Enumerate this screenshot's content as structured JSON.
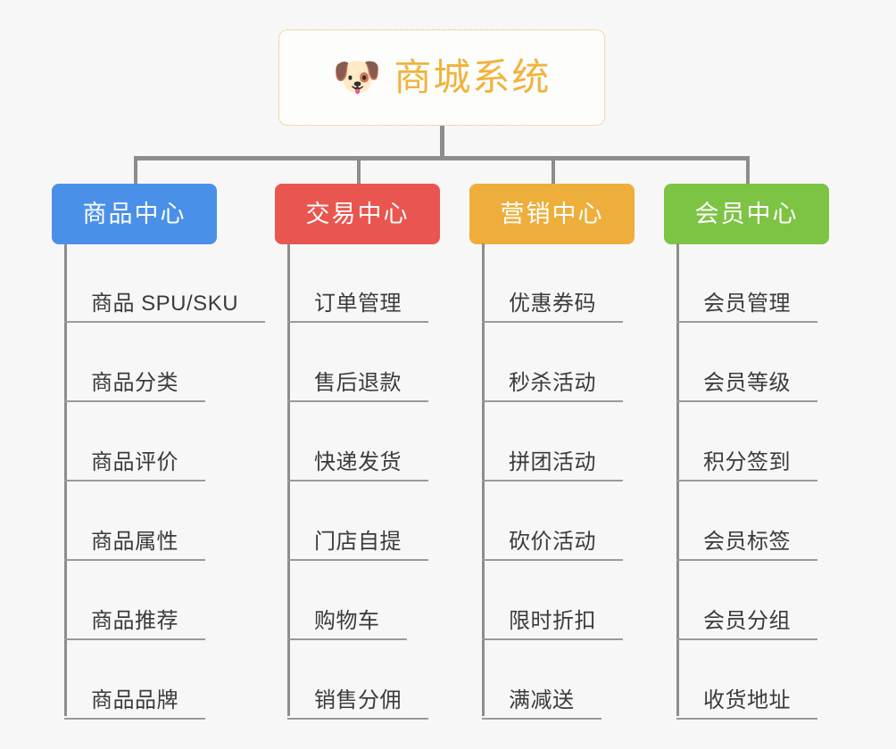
{
  "background_color": "#f7f7f7",
  "root": {
    "icon": "dog-face-icon",
    "icon_glyph": "🐶",
    "title": "商城系统",
    "text_color": "#f0b33d",
    "border_color": "#e9b44c"
  },
  "connector_color": "#8d8d8d",
  "columns": [
    {
      "id": "product-center",
      "label": "商品中心",
      "color": "#4a90e8",
      "items": [
        "商品 SPU/SKU",
        "商品分类",
        "商品评价",
        "商品属性",
        "商品推荐",
        "商品品牌"
      ]
    },
    {
      "id": "trade-center",
      "label": "交易中心",
      "color": "#e8564f",
      "items": [
        "订单管理",
        "售后退款",
        "快递发货",
        "门店自提",
        "购物车",
        "销售分佣"
      ]
    },
    {
      "id": "marketing-center",
      "label": "营销中心",
      "color": "#eeae3c",
      "items": [
        "优惠券码",
        "秒杀活动",
        "拼团活动",
        "砍价活动",
        "限时折扣",
        "满减送"
      ]
    },
    {
      "id": "member-center",
      "label": "会员中心",
      "color": "#7dc344",
      "items": [
        "会员管理",
        "会员等级",
        "积分签到",
        "会员标签",
        "会员分组",
        "收货地址"
      ]
    }
  ]
}
